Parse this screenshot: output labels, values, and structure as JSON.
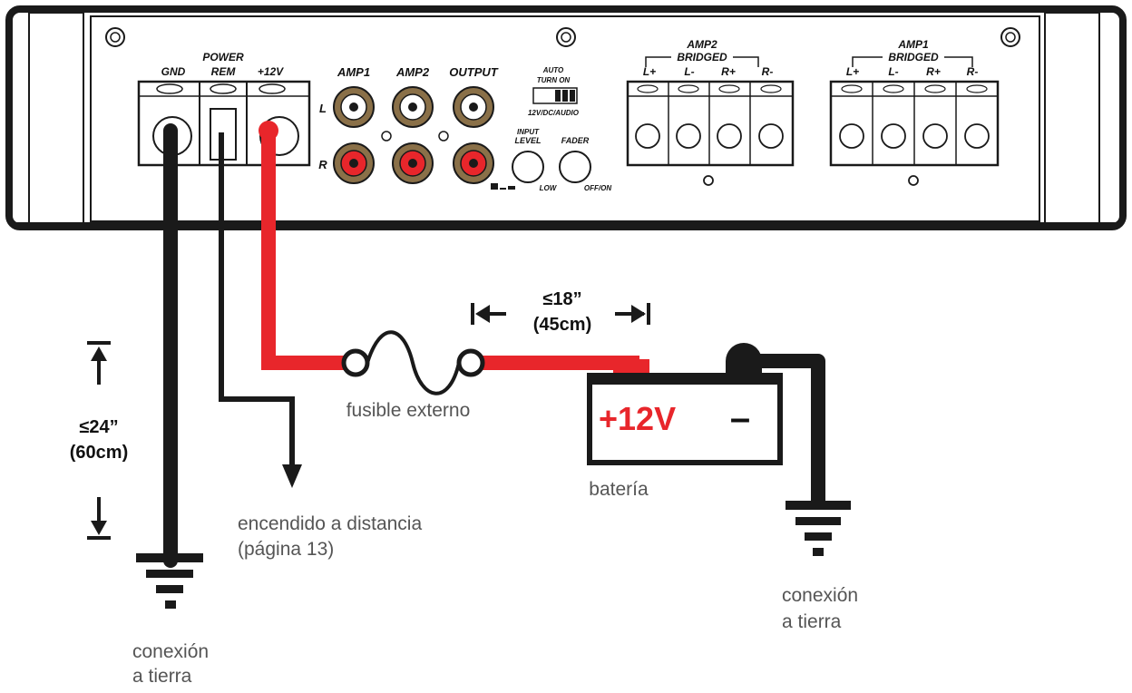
{
  "amp_panel": {
    "terminals": {
      "gnd": "GND",
      "power": "POWER",
      "rem": "REM",
      "plus12v": "+12V"
    },
    "rca": {
      "amp1": "AMP1",
      "amp2": "AMP2",
      "output": "OUTPUT",
      "l": "L",
      "r": "R"
    },
    "switch": {
      "auto": "AUTO",
      "turn_on": "TURN ON",
      "mode": "12V/DC/AUDIO"
    },
    "knobs": {
      "input": "INPUT",
      "level": "LEVEL",
      "fader": "FADER",
      "low": "LOW",
      "off_on": "OFF/ON"
    },
    "speaker_amp2": {
      "title": "AMP2",
      "bridged": "BRIDGED",
      "labels": [
        "L+",
        "L-",
        "R+",
        "R-"
      ]
    },
    "speaker_amp1": {
      "title": "AMP1",
      "bridged": "BRIDGED",
      "labels": [
        "L+",
        "L-",
        "R+",
        "R-"
      ]
    }
  },
  "wiring": {
    "dist_short": "≤18”",
    "dist_short_cm": "(45cm)",
    "dist_long": "≤24”",
    "dist_long_cm": "(60cm)",
    "fuse_label": "fusible externo",
    "battery_pos": "+12V",
    "battery_neg": "–",
    "battery_label": "batería",
    "remote_label_1": "encendido a distancia",
    "remote_label_2": "(página 13)",
    "ground_left_1": "conexión",
    "ground_left_2": "a tierra",
    "ground_right_1": "conexión",
    "ground_right_2": "a tierra"
  },
  "colors": {
    "power_wire": "#e8262b",
    "ground_wire": "#1a1a1a",
    "rca_ring": "#8a7048"
  }
}
